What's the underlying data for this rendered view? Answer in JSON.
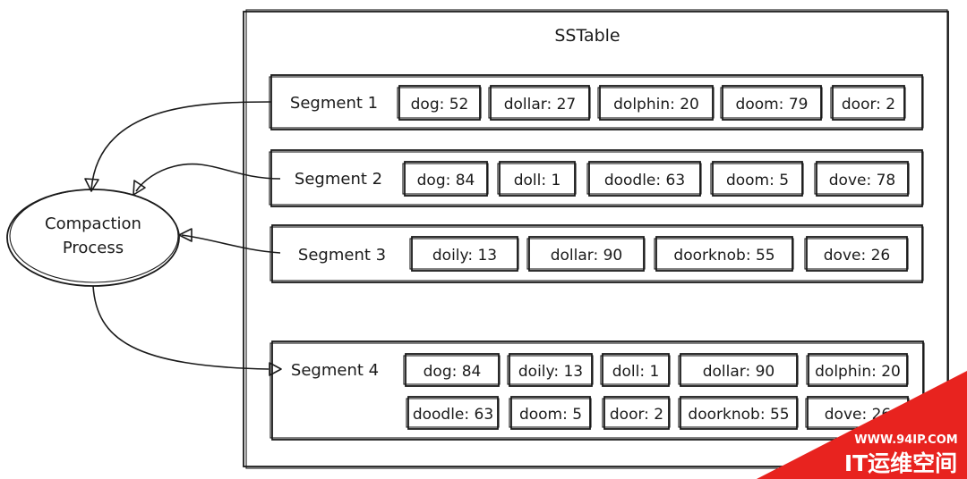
{
  "sstable": {
    "title": "SSTable"
  },
  "process": {
    "line1": "Compaction",
    "line2": "Process"
  },
  "segments": [
    {
      "label": "Segment 1",
      "entries": [
        "dog: 52",
        "dollar: 27",
        "dolphin: 20",
        "doom: 79",
        "door: 2"
      ]
    },
    {
      "label": "Segment 2",
      "entries": [
        "dog: 84",
        "doll: 1",
        "doodle: 63",
        "doom: 5",
        "dove: 78"
      ]
    },
    {
      "label": "Segment 3",
      "entries": [
        "doily: 13",
        "dollar: 90",
        "doorknob: 55",
        "dove: 26"
      ]
    },
    {
      "label": "Segment 4",
      "entries": [
        "dog: 84",
        "doily: 13",
        "doll: 1",
        "dollar: 90",
        "dolphin: 20",
        "doodle: 63",
        "doom: 5",
        "door: 2",
        "doorknob: 55",
        "dove: 26"
      ]
    }
  ],
  "watermark": {
    "url": "WWW.94IP.COM",
    "brand": "IT运维空间",
    "color": "#e8231f"
  }
}
